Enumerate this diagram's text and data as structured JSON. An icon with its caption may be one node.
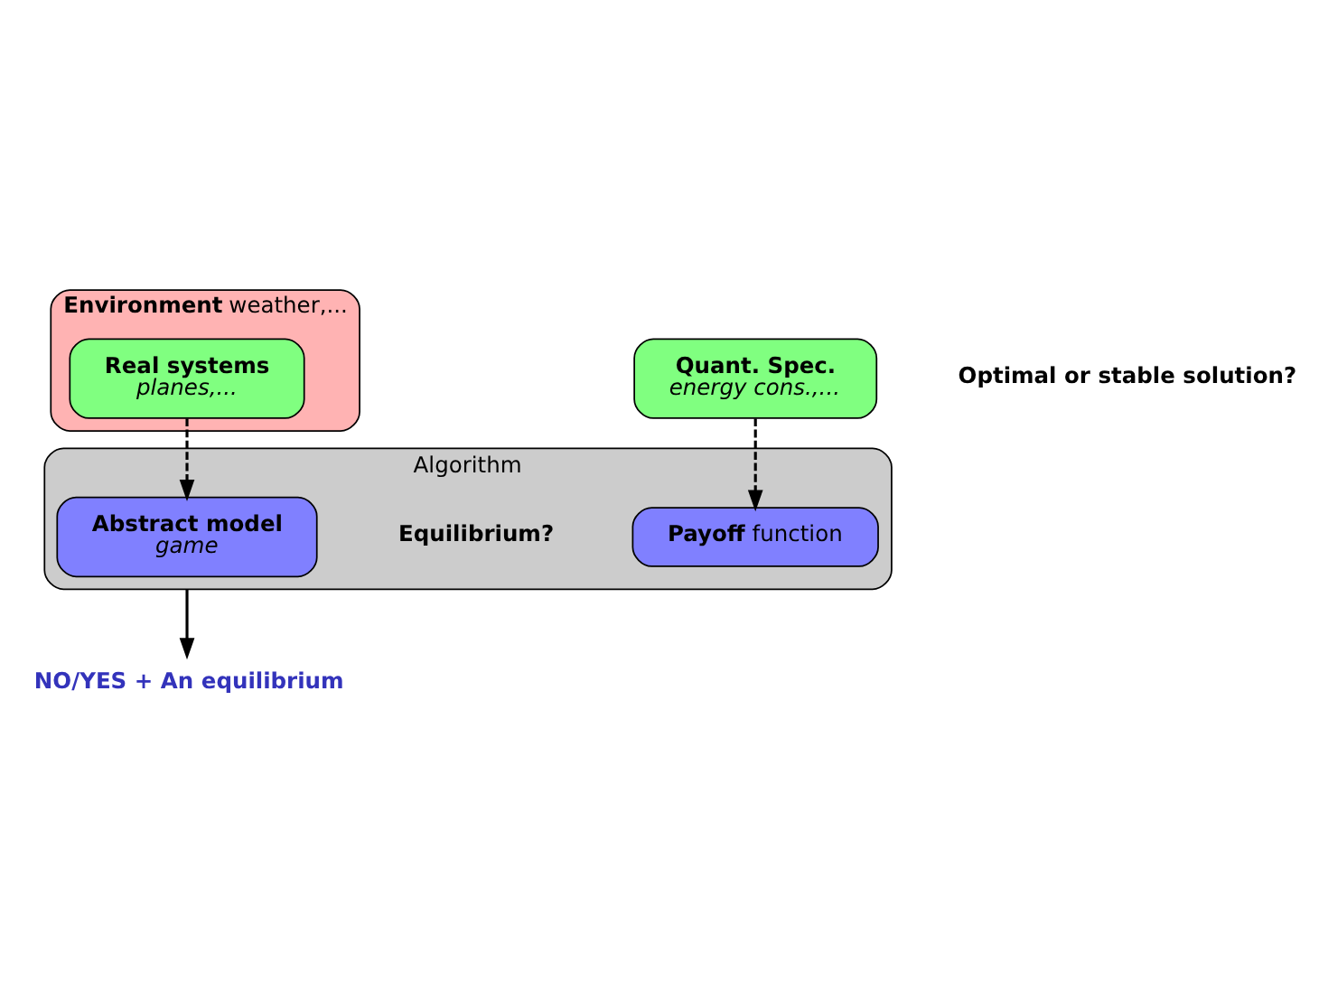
{
  "diagram": {
    "nodes": [
      {
        "text": [
          "**Environment** weather,..."
        ]
      },
      {
        "text": [
          "Real systems",
          "planes,..."
        ],
        "in": 0
      },
      {
        "text": [
          "Quant. Spec.",
          "energy cons.,..."
        ]
      },
      {
        "text": [
          "Algorithm"
        ]
      },
      {
        "text": [
          "Abstract model",
          "game"
        ],
        "in": 3
      },
      {
        "text": [
          "**Payoff** function"
        ],
        "in": 3
      },
      {
        "text": [
          "NO/YES + An equilibrium"
        ]
      }
    ],
    "edges": [
      {
        "from": 1,
        "to": 4,
        "arrow": "to",
        "style": "dashed"
      },
      {
        "from": 2,
        "to": 5,
        "arrow": "to",
        "style": "dashed"
      },
      {
        "from": 3,
        "to": 6,
        "arrow": "to"
      }
    ],
    "labels": [
      "Optimal or stable solution?",
      "Equilibrium?"
    ]
  }
}
